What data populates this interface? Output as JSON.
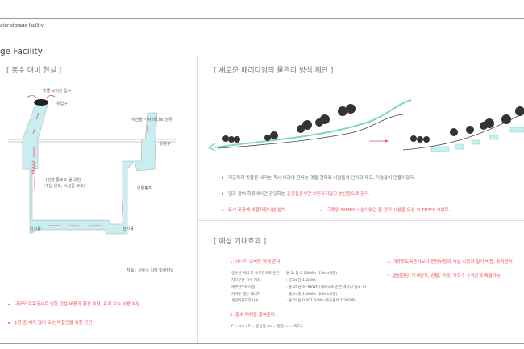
{
  "header": {
    "subtitle": "ater storage facility",
    "title": "ge Facility"
  },
  "left": {
    "section_title": "[ 홍수 대비 현실 ]",
    "labels": {
      "inlet_top": "빗물 모이는 입구",
      "inflow": "유입구",
      "river": "하천을 거쳐 바다로 방류",
      "outflow": "유출구",
      "spiral": "나선형 통로로 물 유입",
      "spiral_note": "(수압 완화, 시설물 보호)",
      "pump": "빗물펌프",
      "pool_left": "집진물",
      "pool_right": "집진물",
      "source": "자료 : 서울시 지하 빗물터널"
    },
    "bullets": [
      "대규모 토목공사로 인한 건설 비용과 환경 부담, 유지 보수 비용 부담",
      "1년 중 비가 많이 오는 며칠만을 위한 공간"
    ]
  },
  "right": {
    "section_title": "[ 새로운 패러다임의 물관리 방식 제안 ]",
    "bullets": [
      {
        "text": "지금까지 빗물은 내리는 즉시 버려야 한다는 것을 전제로 사람들의 인식과 제도, 기술들이 만들어졌다.",
        "highlight": ""
      },
      {
        "text": "댐과 같이 하류에서만 감당하는 ",
        "highlight": "중앙집중식만 의존하지말고 분산형으로 관리."
      }
    ],
    "red_bullets": [
      "도시 곳곳에 빗물저장시설 설치.",
      "그동안 NIMBY 시설이였던 물 관리 시설을 도심 속 PIMFY 시설로."
    ]
  },
  "effects": {
    "section_title": "[ 예상 기대효과 ]",
    "item1": "1. 에너지 소비량 적게 든다.",
    "table": [
      [
        "정수된 처리 후 수도관으로 운반",
        "물 1t 당 0.24kWh (15km기준)"
      ],
      [
        "지하분한 하수 처리",
        ": 물 1t 당 1.2kWh"
      ],
      [
        "해수담수화시설",
        ": 물 1t 당 4~8kWh (새로으로 운반 에너지 별도 +)"
      ],
      [
        "지하수 뽑는 에너지",
        ": 물 1t 당 1.0kWh (200m기준)"
      ],
      [
        "개인빗물저장시설",
        ": 물 1t 당 0.0012kWh (수돗물의 1/200배)"
      ]
    ],
    "item2": "2. 홍수 피해를 줄여준다.",
    "formula": "P = mv ( P = 운동량, m = 질량, v = 속도)",
    "item3": "3. 대규모토목공사보다 환경부담과 시설 시공과 철거 비용, 유지관리",
    "item4": "4. 열섬현상, 미세먼지, 산불, 가뭄, 지하수 수위문제 해결가능"
  },
  "colors": {
    "accent": "#f04e58",
    "water": "#c8eef0",
    "water_stroke": "#7fd6cc"
  }
}
